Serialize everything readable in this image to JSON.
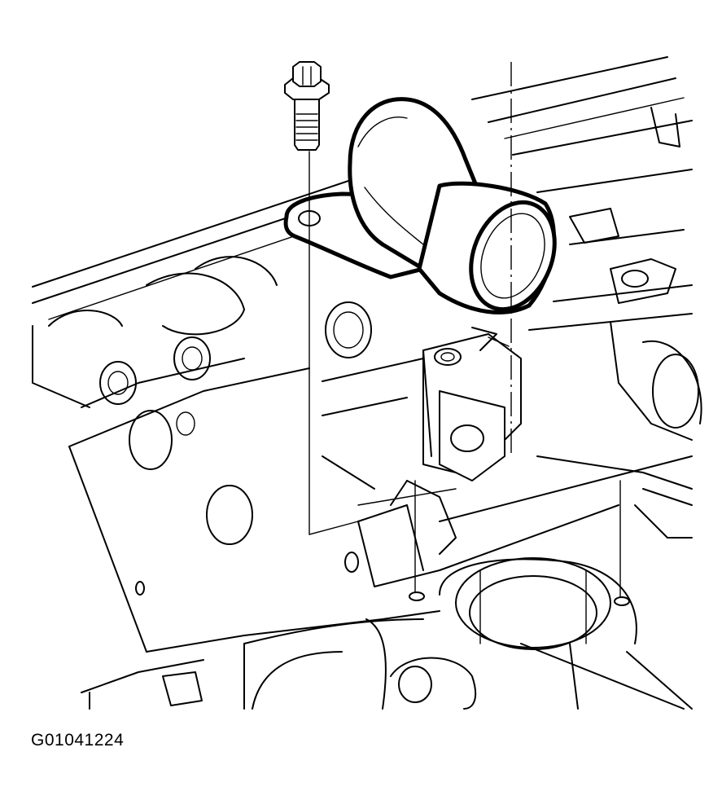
{
  "figure_id": "G01041224",
  "colors": {
    "line": "#000000",
    "background": "#ffffff"
  },
  "parts": [
    "bolt",
    "water-outlet-housing",
    "thermostat-housing",
    "cylinder-head",
    "engine-block"
  ]
}
